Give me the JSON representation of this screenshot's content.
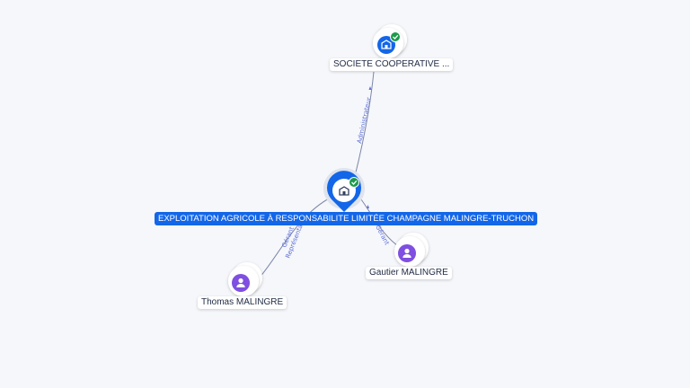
{
  "nodes": {
    "main": {
      "label": "EXPLOITATION AGRICOLE À RESPONSABILITE LIMITÉE CHAMPAGNE MALINGRE-TRUCHON",
      "icon": "company-icon",
      "verified": true
    },
    "cooperative": {
      "label": "SOCIETE COOPERATIVE ...",
      "icon": "company-icon",
      "verified": true
    },
    "gautier": {
      "label": "Gautier MALINGRE",
      "icon": "person-icon"
    },
    "thomas": {
      "label": "Thomas MALINGRE",
      "icon": "person-icon"
    }
  },
  "edges": {
    "administrateur": "Administrateur",
    "gerant": "Gérant",
    "representant": "Représentant",
    "gautier_role": "Gérant"
  },
  "colors": {
    "main_blue": "#1366e8",
    "person_purple": "#7e4fe0",
    "verified_green": "#1e9a4c",
    "edge": "#7c86a6"
  }
}
